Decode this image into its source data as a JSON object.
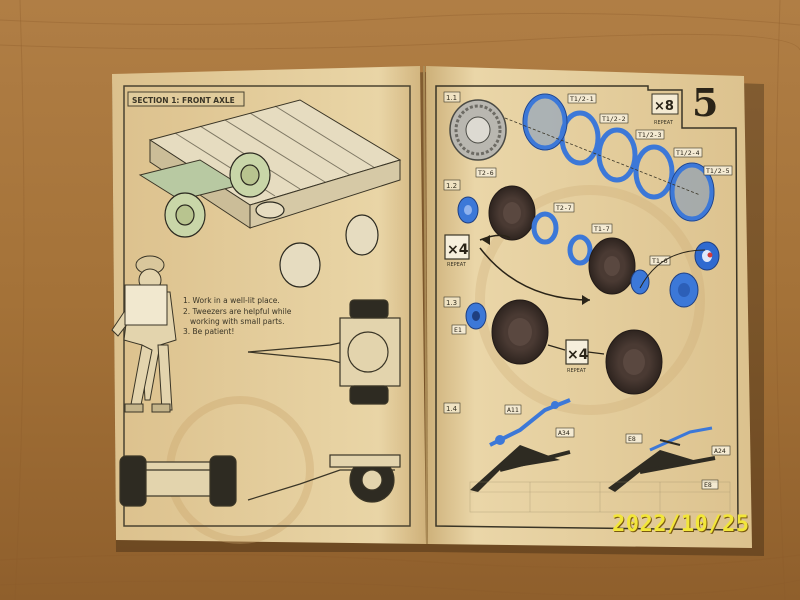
{
  "photo": {
    "subject": "open model-kit instruction booklet on a wooden table",
    "colors": {
      "wood": "#a9793f",
      "paper": "#e8d3a2",
      "ink": "#3a3526",
      "blue_part": "#3c78d8",
      "dark_part": "#4a3a33",
      "stamp": "#f2e63a"
    }
  },
  "left_page": {
    "section_title": "SECTION 1: FRONT AXLE",
    "tips": [
      "1. Work in a well-lit place.",
      "2. Tweezers are helpful while",
      "working with small parts.",
      "3. Be patient!"
    ]
  },
  "right_page": {
    "step_number": "5",
    "repeat_badge": {
      "count": "×8",
      "label": "REPEAT"
    },
    "substeps": [
      "1.1",
      "1.2",
      "1.3",
      "1.4"
    ],
    "part_labels": {
      "t1_2_1": "T1/2-1",
      "t1_2_2": "T1/2-2",
      "t1_2_3": "T1/2-3",
      "t1_2_4": "T1/2-4",
      "t1_2_5": "T1/2-5",
      "t2_6": "T2-6",
      "t2_7": "T2-7",
      "t1_7": "T1-7",
      "t1_6": "T1-6",
      "e1": "E1",
      "a11": "A11",
      "a34": "A34",
      "e8_top": "E8",
      "a24": "A24",
      "e8_bottom": "E8"
    },
    "repeat_12": {
      "count": "×4",
      "label": "REPEAT"
    },
    "repeat_13": {
      "count": "×4",
      "label": "REPEAT"
    }
  },
  "date_stamp": "2022/10/25"
}
